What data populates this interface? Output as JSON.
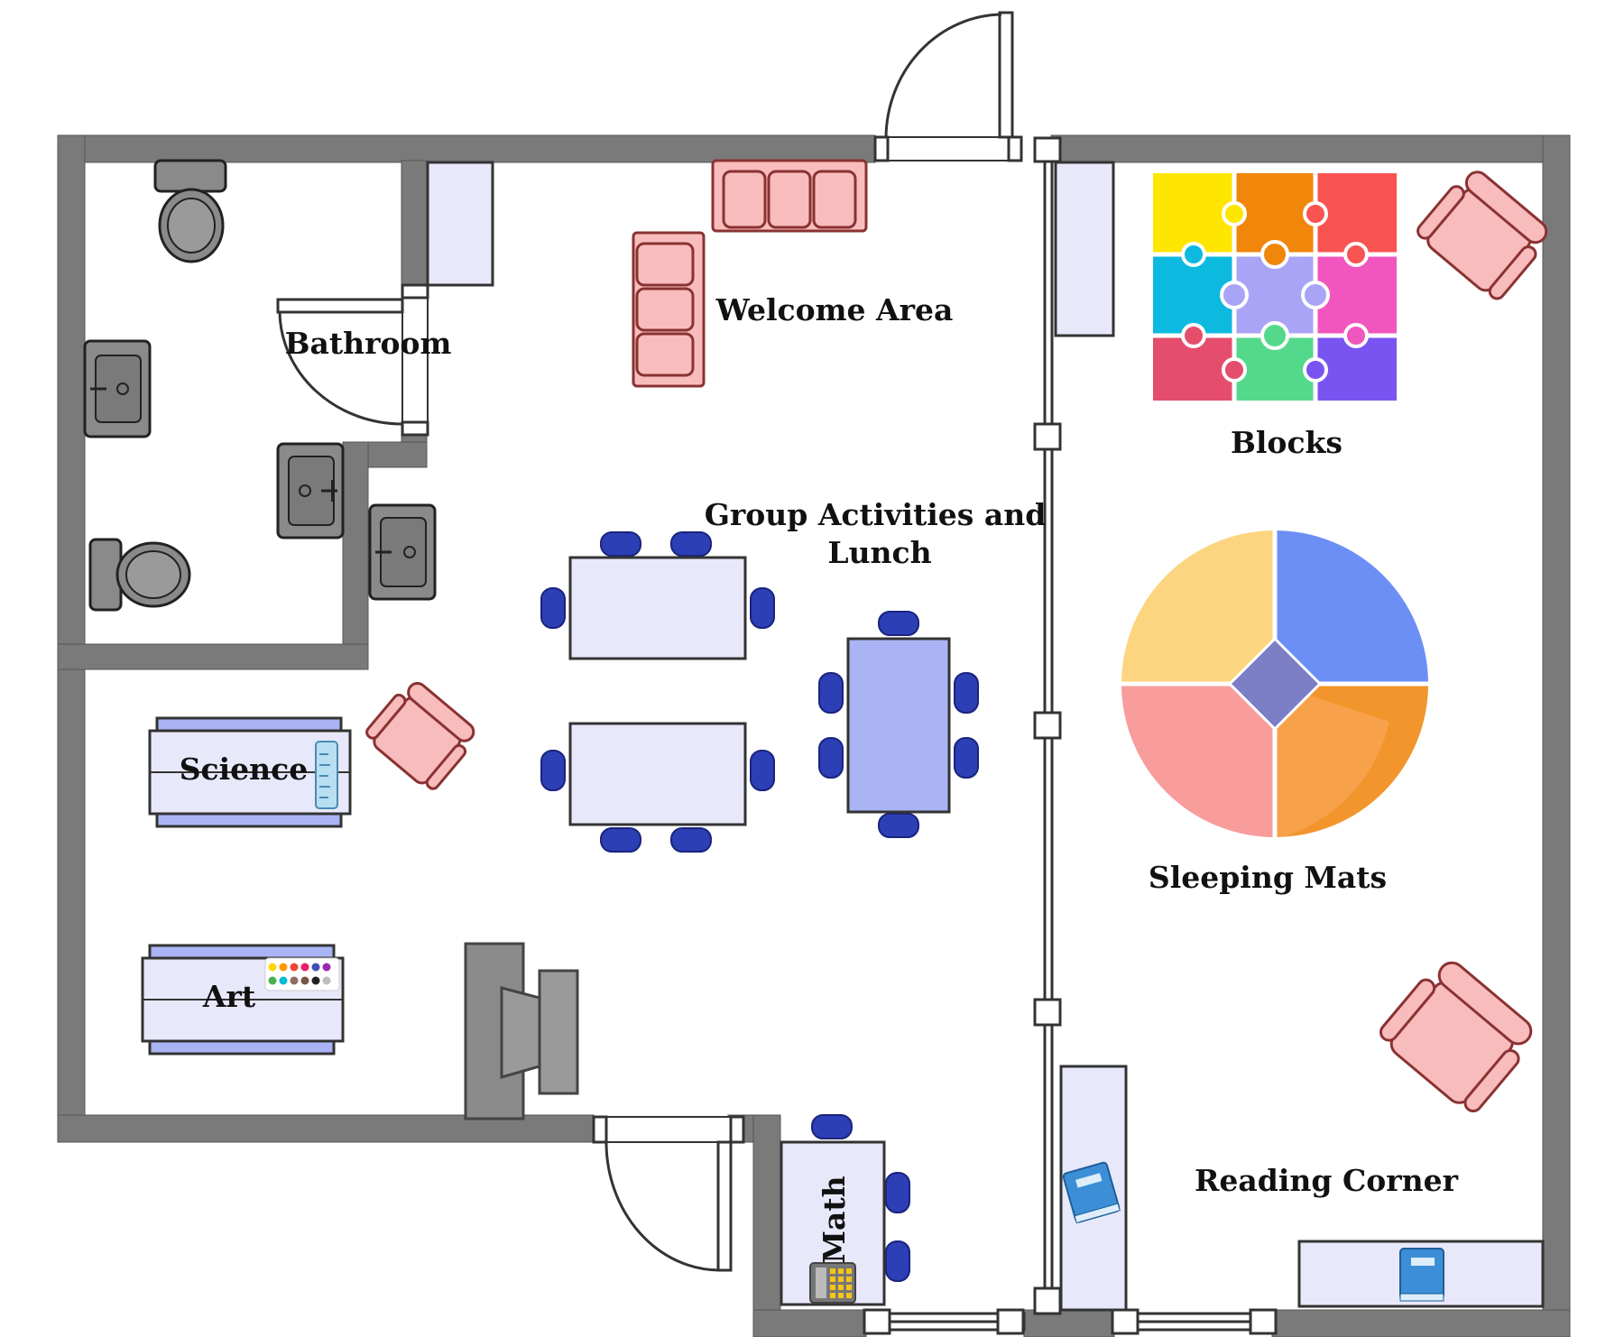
{
  "labels": {
    "bathroom": "Bathroom",
    "welcome_area": "Welcome Area",
    "blocks": "Blocks",
    "group_line1": "Group Activities and",
    "group_line2": "Lunch",
    "science": "Science",
    "sleeping_mats": "Sleeping Mats",
    "art": "Art",
    "reading_corner": "Reading Corner",
    "math": "Math"
  },
  "colors": {
    "wall": "#7a7a7a",
    "table_fill": "#e8e8fb",
    "chair_navy": "#2d3fb5",
    "sofa_pink": "#f8bcbc",
    "fixture_gray": "#8a8a8a",
    "puzzle": [
      "#ffe600",
      "#f0860a",
      "#f85452",
      "#0cbadf",
      "#a9a4f6",
      "#f056be",
      "#e44e6c",
      "#54d98c",
      "#7a54f0"
    ],
    "mat_quadrants": [
      "#fdd580",
      "#6b8ff5",
      "#f89c9c",
      "#f7a14a"
    ]
  },
  "icons": {
    "doors": "door-swing-icon",
    "windows": "window-icon",
    "toilets": "toilet-icon",
    "sinks": "sink-icon",
    "books": "book-icon",
    "calculator": "calculator-icon",
    "paints": "paint-palette-icon",
    "ruler": "ruler-icon"
  }
}
